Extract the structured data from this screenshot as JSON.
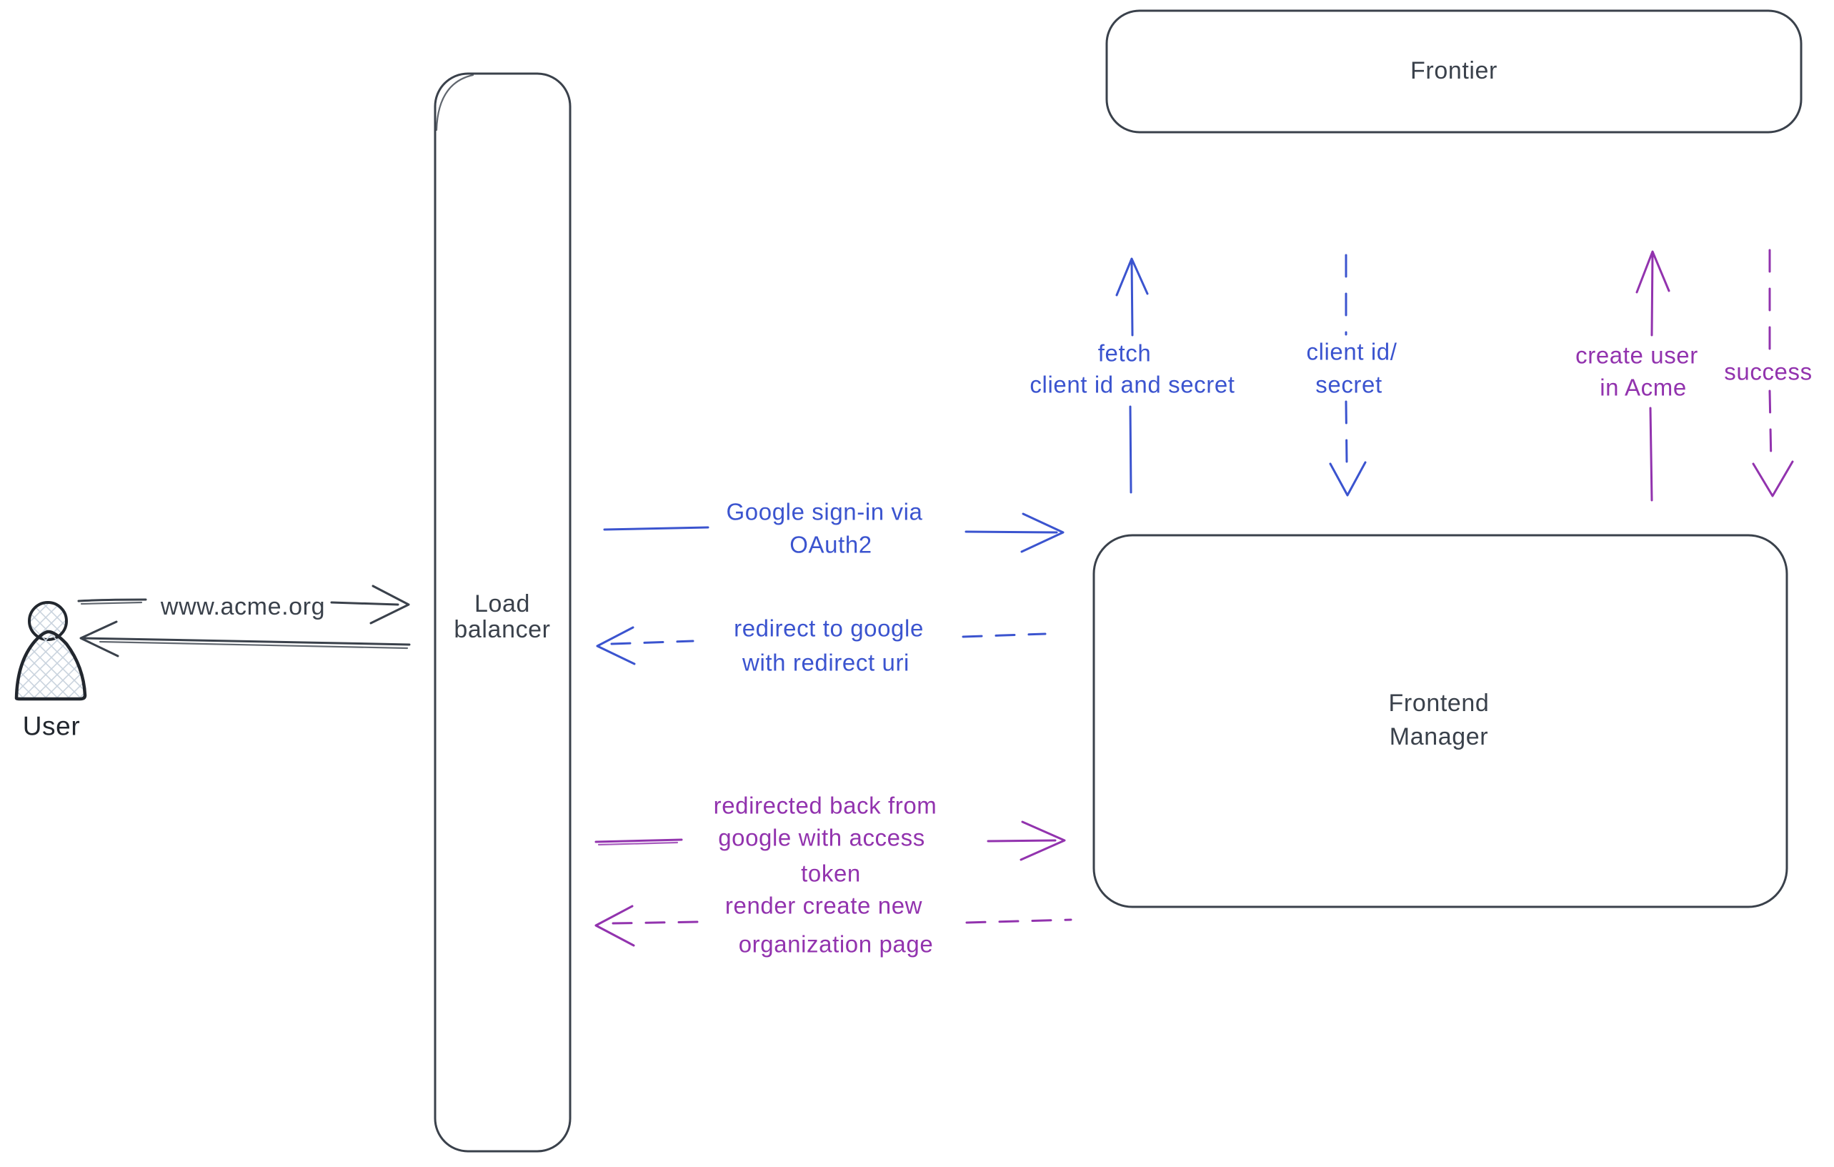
{
  "canvas": {
    "background": "#ffffff"
  },
  "colors": {
    "dark": "#3a414b",
    "ink": "#22272e",
    "blue": "#3b54cf",
    "purple": "#9233ae",
    "user_hatch": "#c9d3de"
  },
  "nodes": {
    "user": {
      "label": "User"
    },
    "load_balancer": {
      "lines": [
        "Load",
        "balancer"
      ]
    },
    "frontier": {
      "label": "Frontier"
    },
    "frontend_manager": {
      "lines": [
        "Frontend",
        "Manager"
      ]
    }
  },
  "edges": {
    "www_acme": {
      "label": "www.acme.org",
      "style": "solid",
      "color": "dark",
      "from": "user",
      "to": "load_balancer"
    },
    "lb_to_user": {
      "label": "",
      "style": "solid",
      "color": "dark",
      "from": "load_balancer",
      "to": "user"
    },
    "google_signin": {
      "lines": [
        "Google sign-in via",
        "OAuth2"
      ],
      "style": "solid",
      "color": "blue",
      "from": "load_balancer",
      "to": "frontend_manager"
    },
    "redirect_to_google": {
      "lines": [
        "redirect to google",
        "with redirect uri"
      ],
      "style": "dashed",
      "color": "blue",
      "from": "frontend_manager",
      "to": "load_balancer"
    },
    "fetch_creds": {
      "lines": [
        "fetch",
        "client id and secret"
      ],
      "style": "solid",
      "color": "blue",
      "from": "frontend_manager",
      "to": "frontier"
    },
    "client_id_secret": {
      "lines": [
        "client id/",
        "secret"
      ],
      "style": "dashed",
      "color": "blue",
      "from": "frontier",
      "to": "frontend_manager"
    },
    "create_user": {
      "lines": [
        "create user",
        "in Acme"
      ],
      "style": "solid",
      "color": "purple",
      "from": "frontend_manager",
      "to": "frontier"
    },
    "success": {
      "lines": [
        "success"
      ],
      "style": "dashed",
      "color": "purple",
      "from": "frontier",
      "to": "frontend_manager"
    },
    "redirected_back": {
      "lines": [
        "redirected back from",
        "google with access",
        "token"
      ],
      "style": "solid",
      "color": "purple",
      "from": "load_balancer",
      "to": "frontend_manager"
    },
    "render_org_page": {
      "lines": [
        "render create new",
        "organization page"
      ],
      "style": "dashed",
      "color": "purple",
      "from": "frontend_manager",
      "to": "load_balancer"
    }
  }
}
